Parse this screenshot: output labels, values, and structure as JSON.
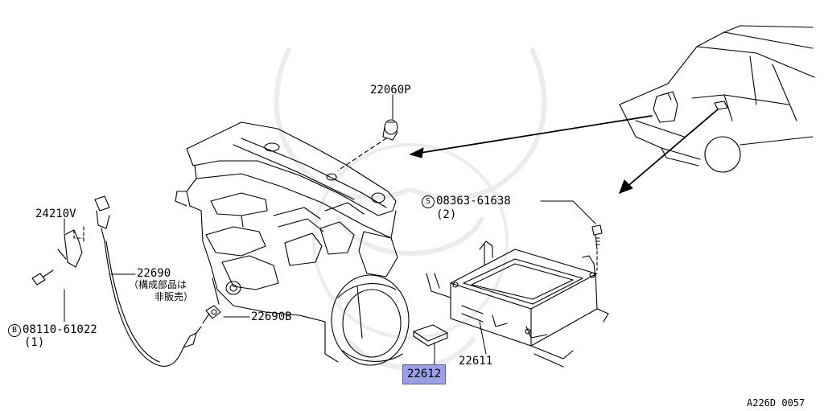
{
  "highlight_color": "#9aa0e8",
  "parts": {
    "p22060P": "22060P",
    "p08363": {
      "circle": "S",
      "number": "08363-61638",
      "qty": "(2)"
    },
    "p24210V": "24210V",
    "p22690": "22690",
    "p22690_note_line1": "（構成部品は",
    "p22690_note_line2": "非販売）",
    "p22690B": "22690B",
    "p08110": {
      "circle": "B",
      "number": "08110-61022",
      "qty": "(1)"
    },
    "p22611": "22611",
    "p22612": "22612"
  },
  "figure_code": "A226D 0057"
}
